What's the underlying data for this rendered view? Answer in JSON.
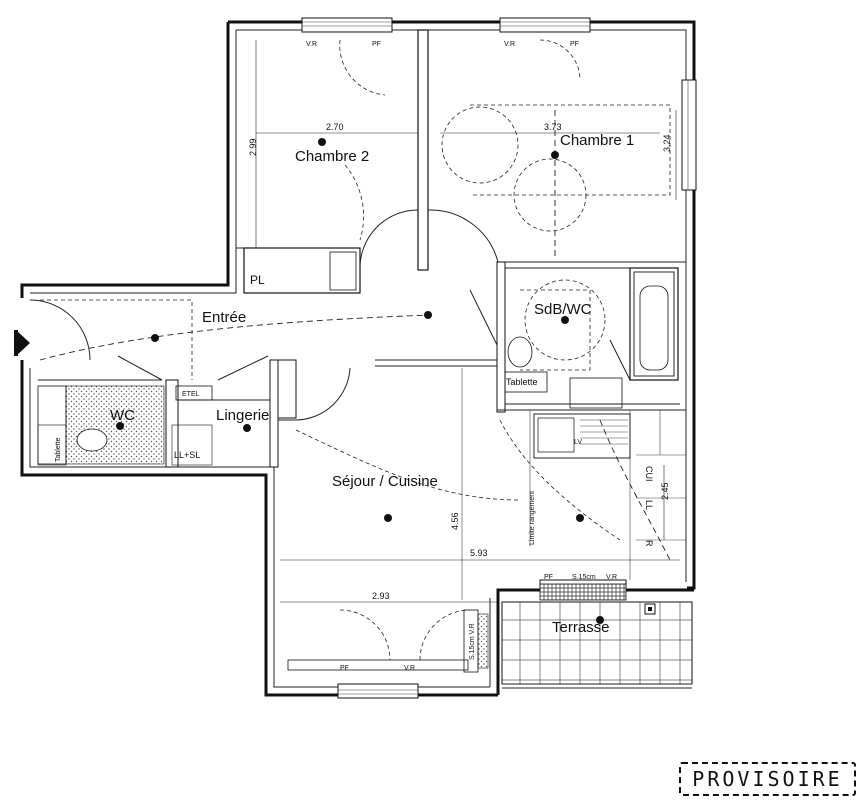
{
  "rooms": {
    "chambre2": "Chambre 2",
    "chambre1": "Chambre 1",
    "entree": "Entrée",
    "sdb": "SdB/WC",
    "wc": "WC",
    "lingerie": "Lingerie",
    "sejour": "Séjour / Cuisine",
    "terrasse": "Terrasse"
  },
  "labels": {
    "pl": "PL",
    "etel": "ETEL",
    "llsl": "LL+SL",
    "tablette_sdb": "Tablette",
    "tablette_wc": "Tablette",
    "cui": "CUI",
    "ll": "LL",
    "r": "R",
    "lv": "LV",
    "vr": "V.R",
    "pf": "PF",
    "s15": "S.15cm",
    "s15vr": "S.15cm V.R",
    "limite": "Limite rangement"
  },
  "dimensions": {
    "d270": "2.70",
    "d299": "2.99",
    "d373": "3.73",
    "d324": "3.24",
    "d456": "4.56",
    "d593": "5.93",
    "d293": "2.93",
    "d245": "2.45"
  },
  "stamp": "PROVISOIRE",
  "colors": {
    "ink": "#111111",
    "hatch": "#555555"
  }
}
